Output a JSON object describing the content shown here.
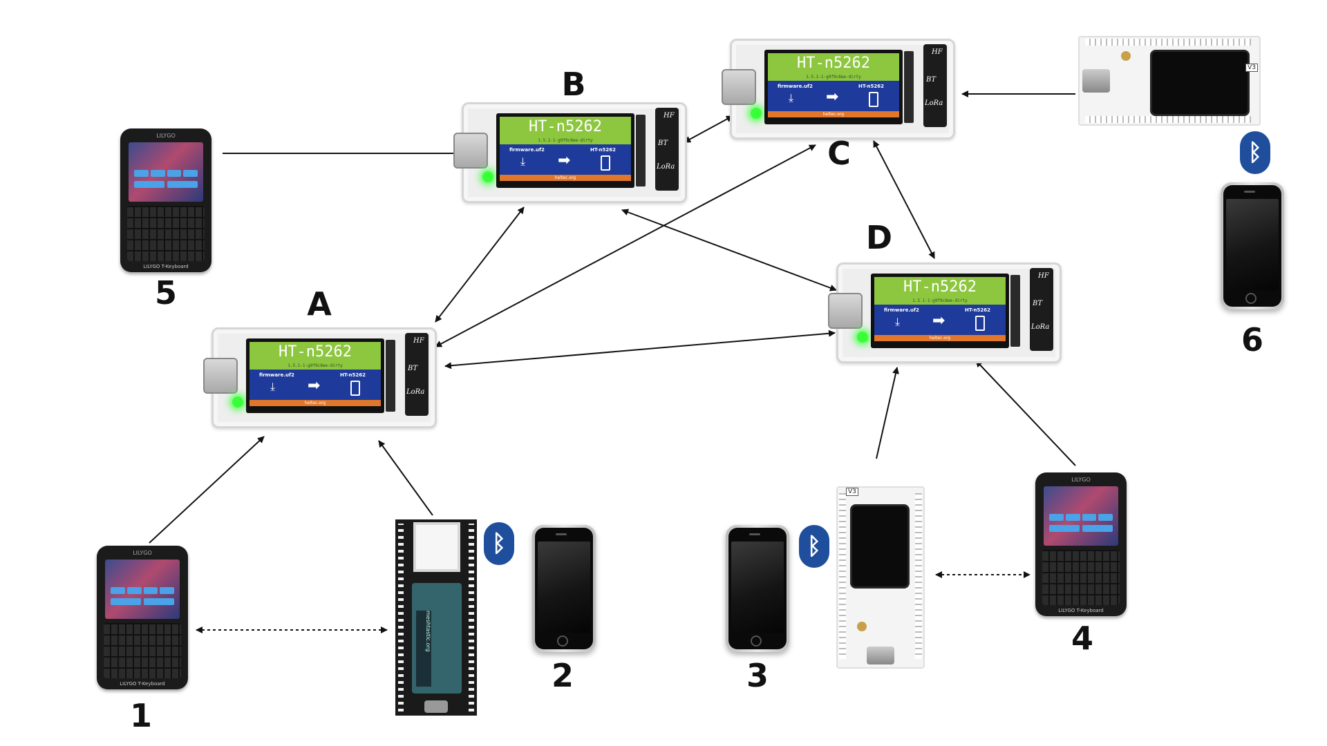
{
  "nodes": {
    "A": {
      "label": "A"
    },
    "B": {
      "label": "B"
    },
    "C": {
      "label": "C"
    },
    "D": {
      "label": "D"
    }
  },
  "board_screen": {
    "model": "HT-n5262",
    "version": "1.5.1-1-g9f9c8ee-dirty",
    "firmware_file": "firmware.uf2",
    "target": "HT-n5262",
    "footer": "heltec.org",
    "antenna_labels": [
      "HF",
      "BT",
      "LoRa"
    ]
  },
  "devices": {
    "d1": {
      "label": "1",
      "type": "T-Deck",
      "brand": "LILYGO",
      "footer": "LILYGO T-Keyboard"
    },
    "d2": {
      "label": "2",
      "type": "smartphone",
      "radio": "RAK tracker",
      "module_text": "meshtastic.org"
    },
    "d3": {
      "label": "3",
      "type": "smartphone",
      "radio": "Heltec V3",
      "tag": "V3"
    },
    "d4": {
      "label": "4",
      "type": "T-Deck",
      "brand": "LILYGO",
      "footer": "LILYGO T-Keyboard"
    },
    "d5": {
      "label": "5",
      "type": "T-Deck",
      "brand": "LILYGO",
      "footer": "LILYGO T-Keyboard"
    },
    "d6": {
      "label": "6",
      "type": "smartphone",
      "radio": "Heltec V3",
      "tag": "V3"
    }
  },
  "icons": {
    "bluetooth": "bluetooth-icon",
    "download": "download-icon",
    "arrow": "right-arrow-icon",
    "usb": "usb-drive-icon"
  },
  "colors": {
    "screen_top": "#8dc63f",
    "screen_mid": "#1e3a9a",
    "screen_bottom": "#e2772b",
    "led": "#39ff39",
    "bluetooth": "#1f4e9c"
  },
  "links": [
    {
      "from": "B",
      "to": "C",
      "style": "solid",
      "direction": "both"
    },
    {
      "from": "B",
      "to": "A",
      "style": "solid",
      "direction": "both"
    },
    {
      "from": "B",
      "to": "D",
      "style": "solid",
      "direction": "both"
    },
    {
      "from": "C",
      "to": "A",
      "style": "solid",
      "direction": "both"
    },
    {
      "from": "C",
      "to": "D",
      "style": "solid",
      "direction": "both"
    },
    {
      "from": "A",
      "to": "D",
      "style": "solid",
      "direction": "both"
    },
    {
      "from": "5",
      "to": "B",
      "style": "solid",
      "direction": "forward"
    },
    {
      "from": "6",
      "to": "C",
      "style": "solid",
      "direction": "forward"
    },
    {
      "from": "1",
      "to": "A",
      "style": "solid",
      "direction": "forward"
    },
    {
      "from": "2",
      "to": "A",
      "style": "solid",
      "direction": "forward"
    },
    {
      "from": "3",
      "to": "D",
      "style": "solid",
      "direction": "forward"
    },
    {
      "from": "4",
      "to": "D",
      "style": "solid",
      "direction": "forward"
    },
    {
      "from": "1",
      "to": "2",
      "style": "dotted",
      "direction": "both"
    },
    {
      "from": "3",
      "to": "4",
      "style": "dotted",
      "direction": "both"
    }
  ]
}
